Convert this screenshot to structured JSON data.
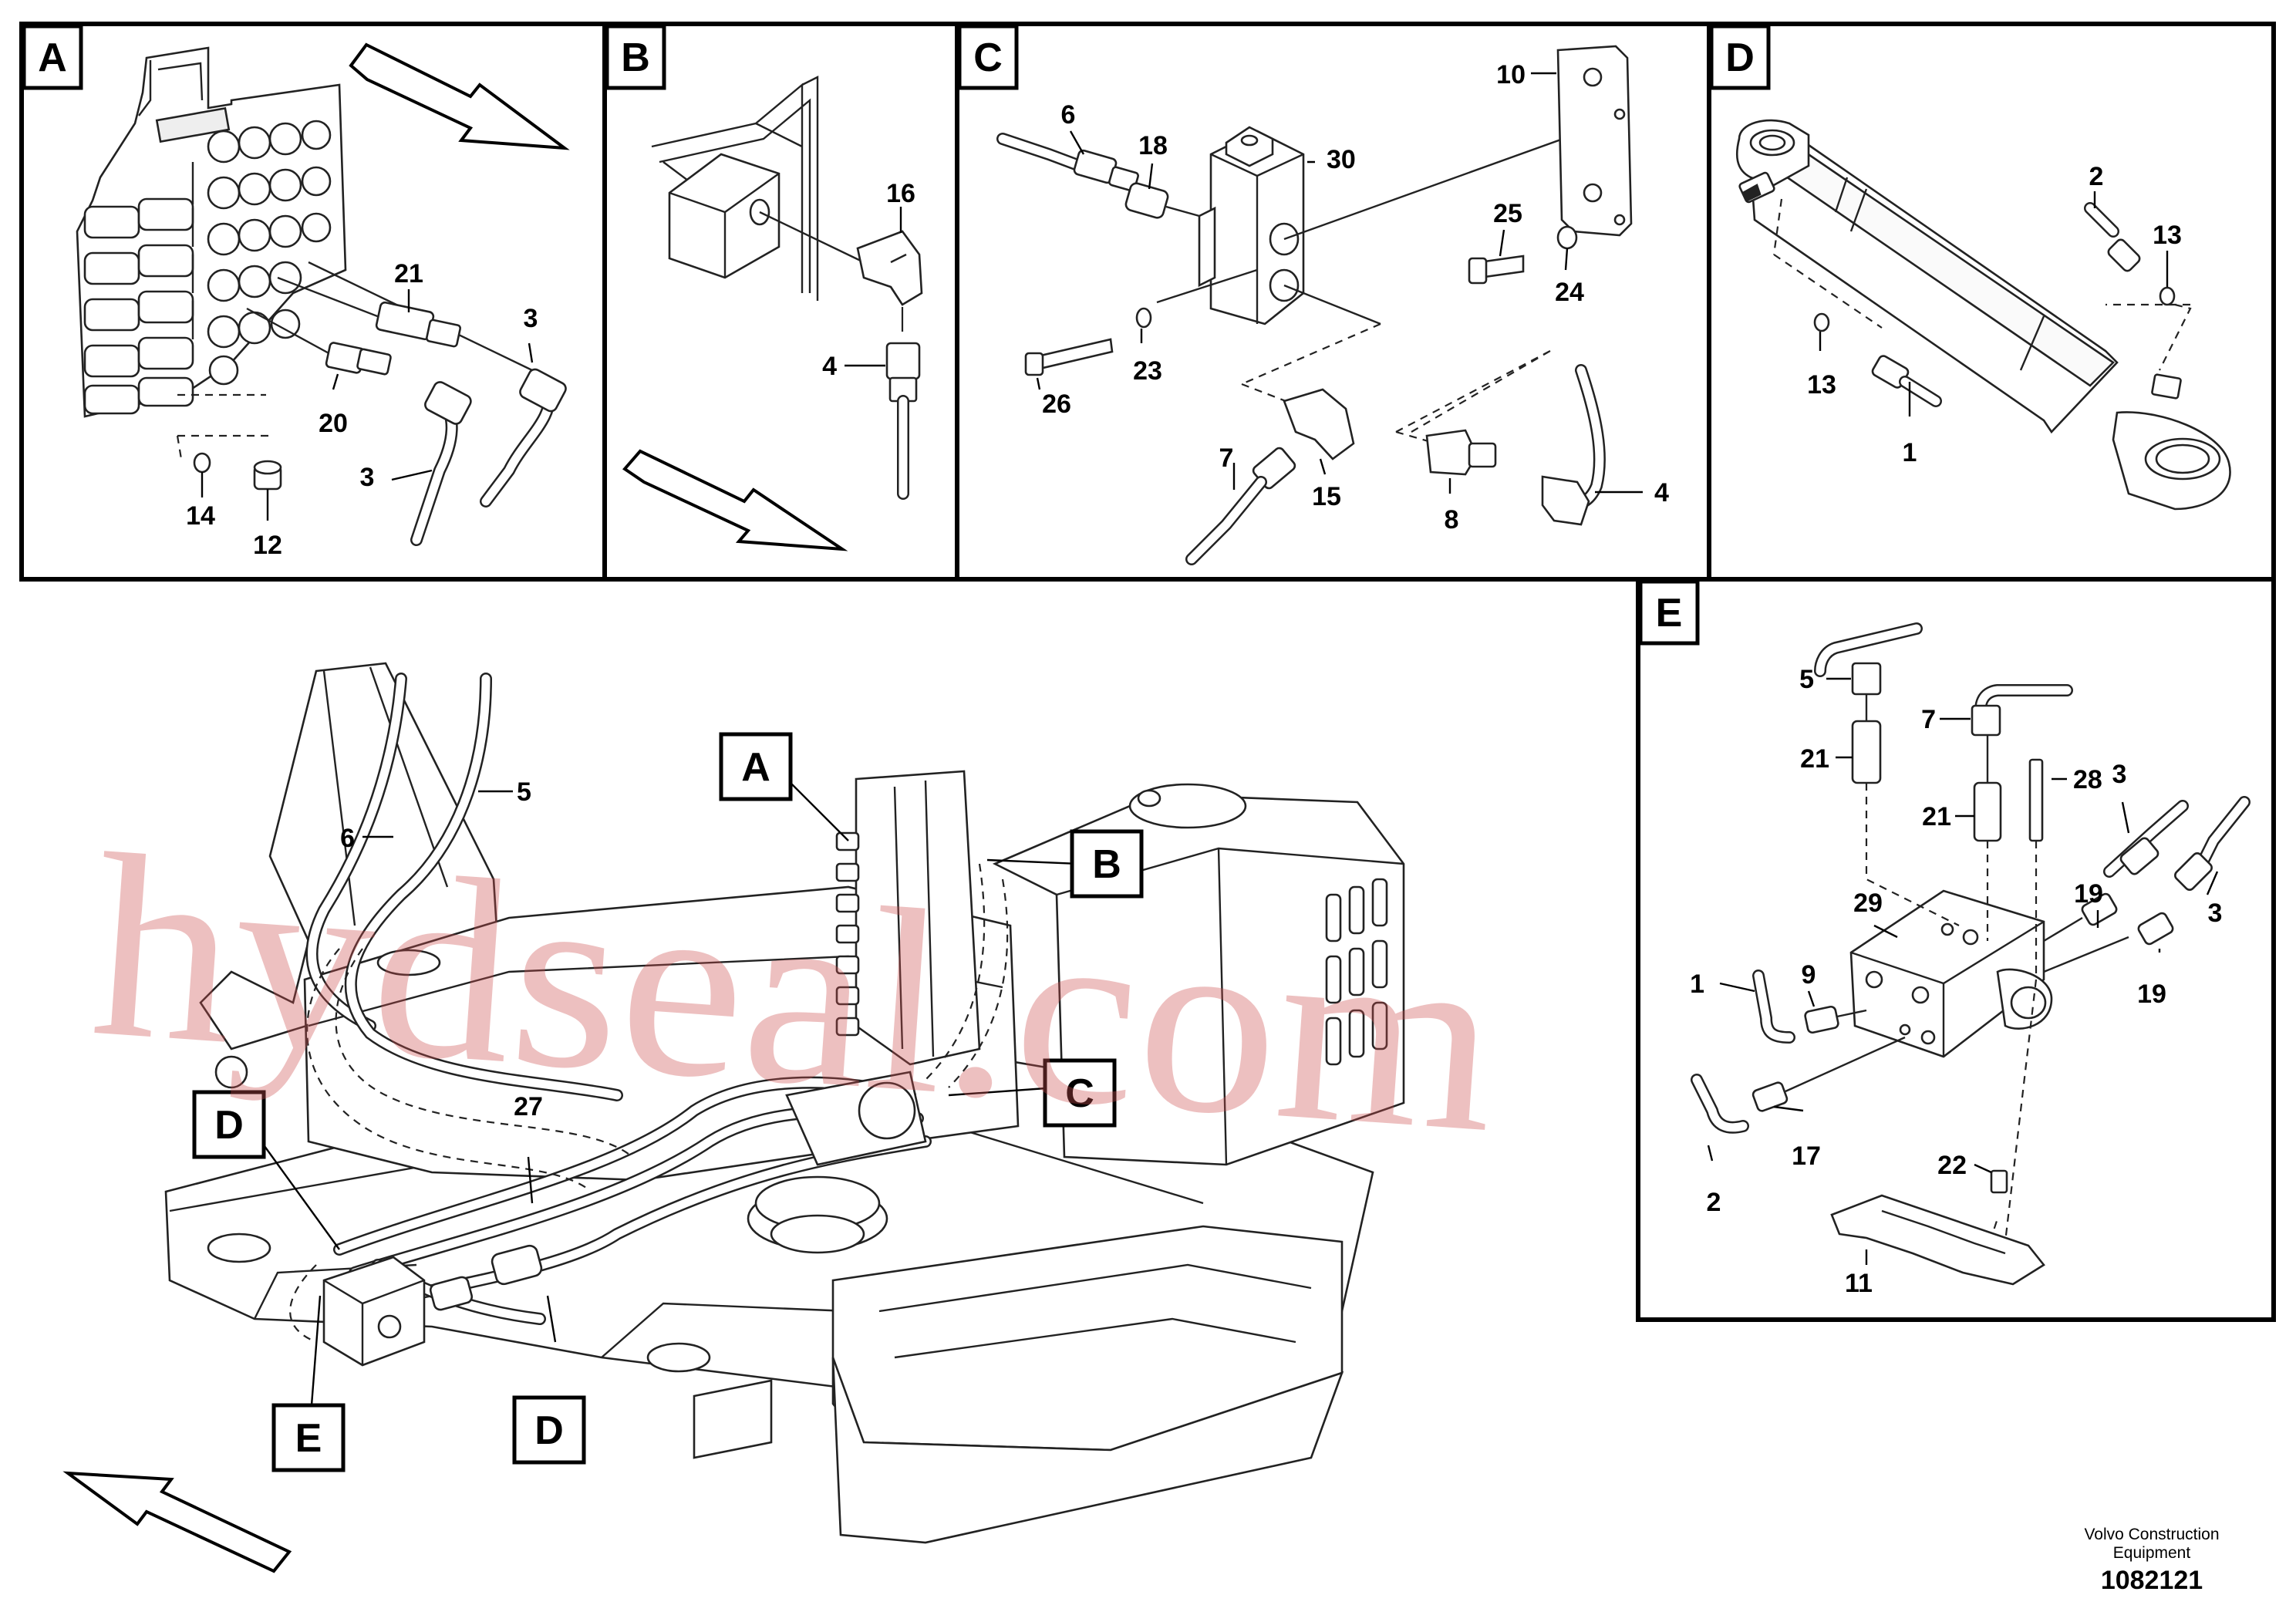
{
  "panels": [
    {
      "id": "A",
      "label": "A"
    },
    {
      "id": "B",
      "label": "B"
    },
    {
      "id": "C",
      "label": "C"
    },
    {
      "id": "D",
      "label": "D"
    },
    {
      "id": "E",
      "label": "E"
    }
  ],
  "callouts": {
    "main": [
      "A",
      "B",
      "C",
      "D",
      "D",
      "E"
    ]
  },
  "parts": {
    "A": [
      "21",
      "3",
      "20",
      "3",
      "14",
      "12"
    ],
    "B": [
      "16",
      "4"
    ],
    "C": [
      "6",
      "18",
      "30",
      "10",
      "25",
      "24",
      "26",
      "23",
      "7",
      "15",
      "8",
      "4"
    ],
    "D": [
      "2",
      "13",
      "13",
      "1"
    ],
    "E": [
      "5",
      "7",
      "21",
      "21",
      "28",
      "3",
      "3",
      "19",
      "19",
      "29",
      "1",
      "9",
      "17",
      "2",
      "22",
      "11"
    ],
    "main": [
      "5",
      "6",
      "27"
    ]
  },
  "watermark": "hydseal.com",
  "footer": {
    "company_line1": "Volvo Construction",
    "company_line2": "Equipment",
    "drawing_number": "1082121"
  }
}
